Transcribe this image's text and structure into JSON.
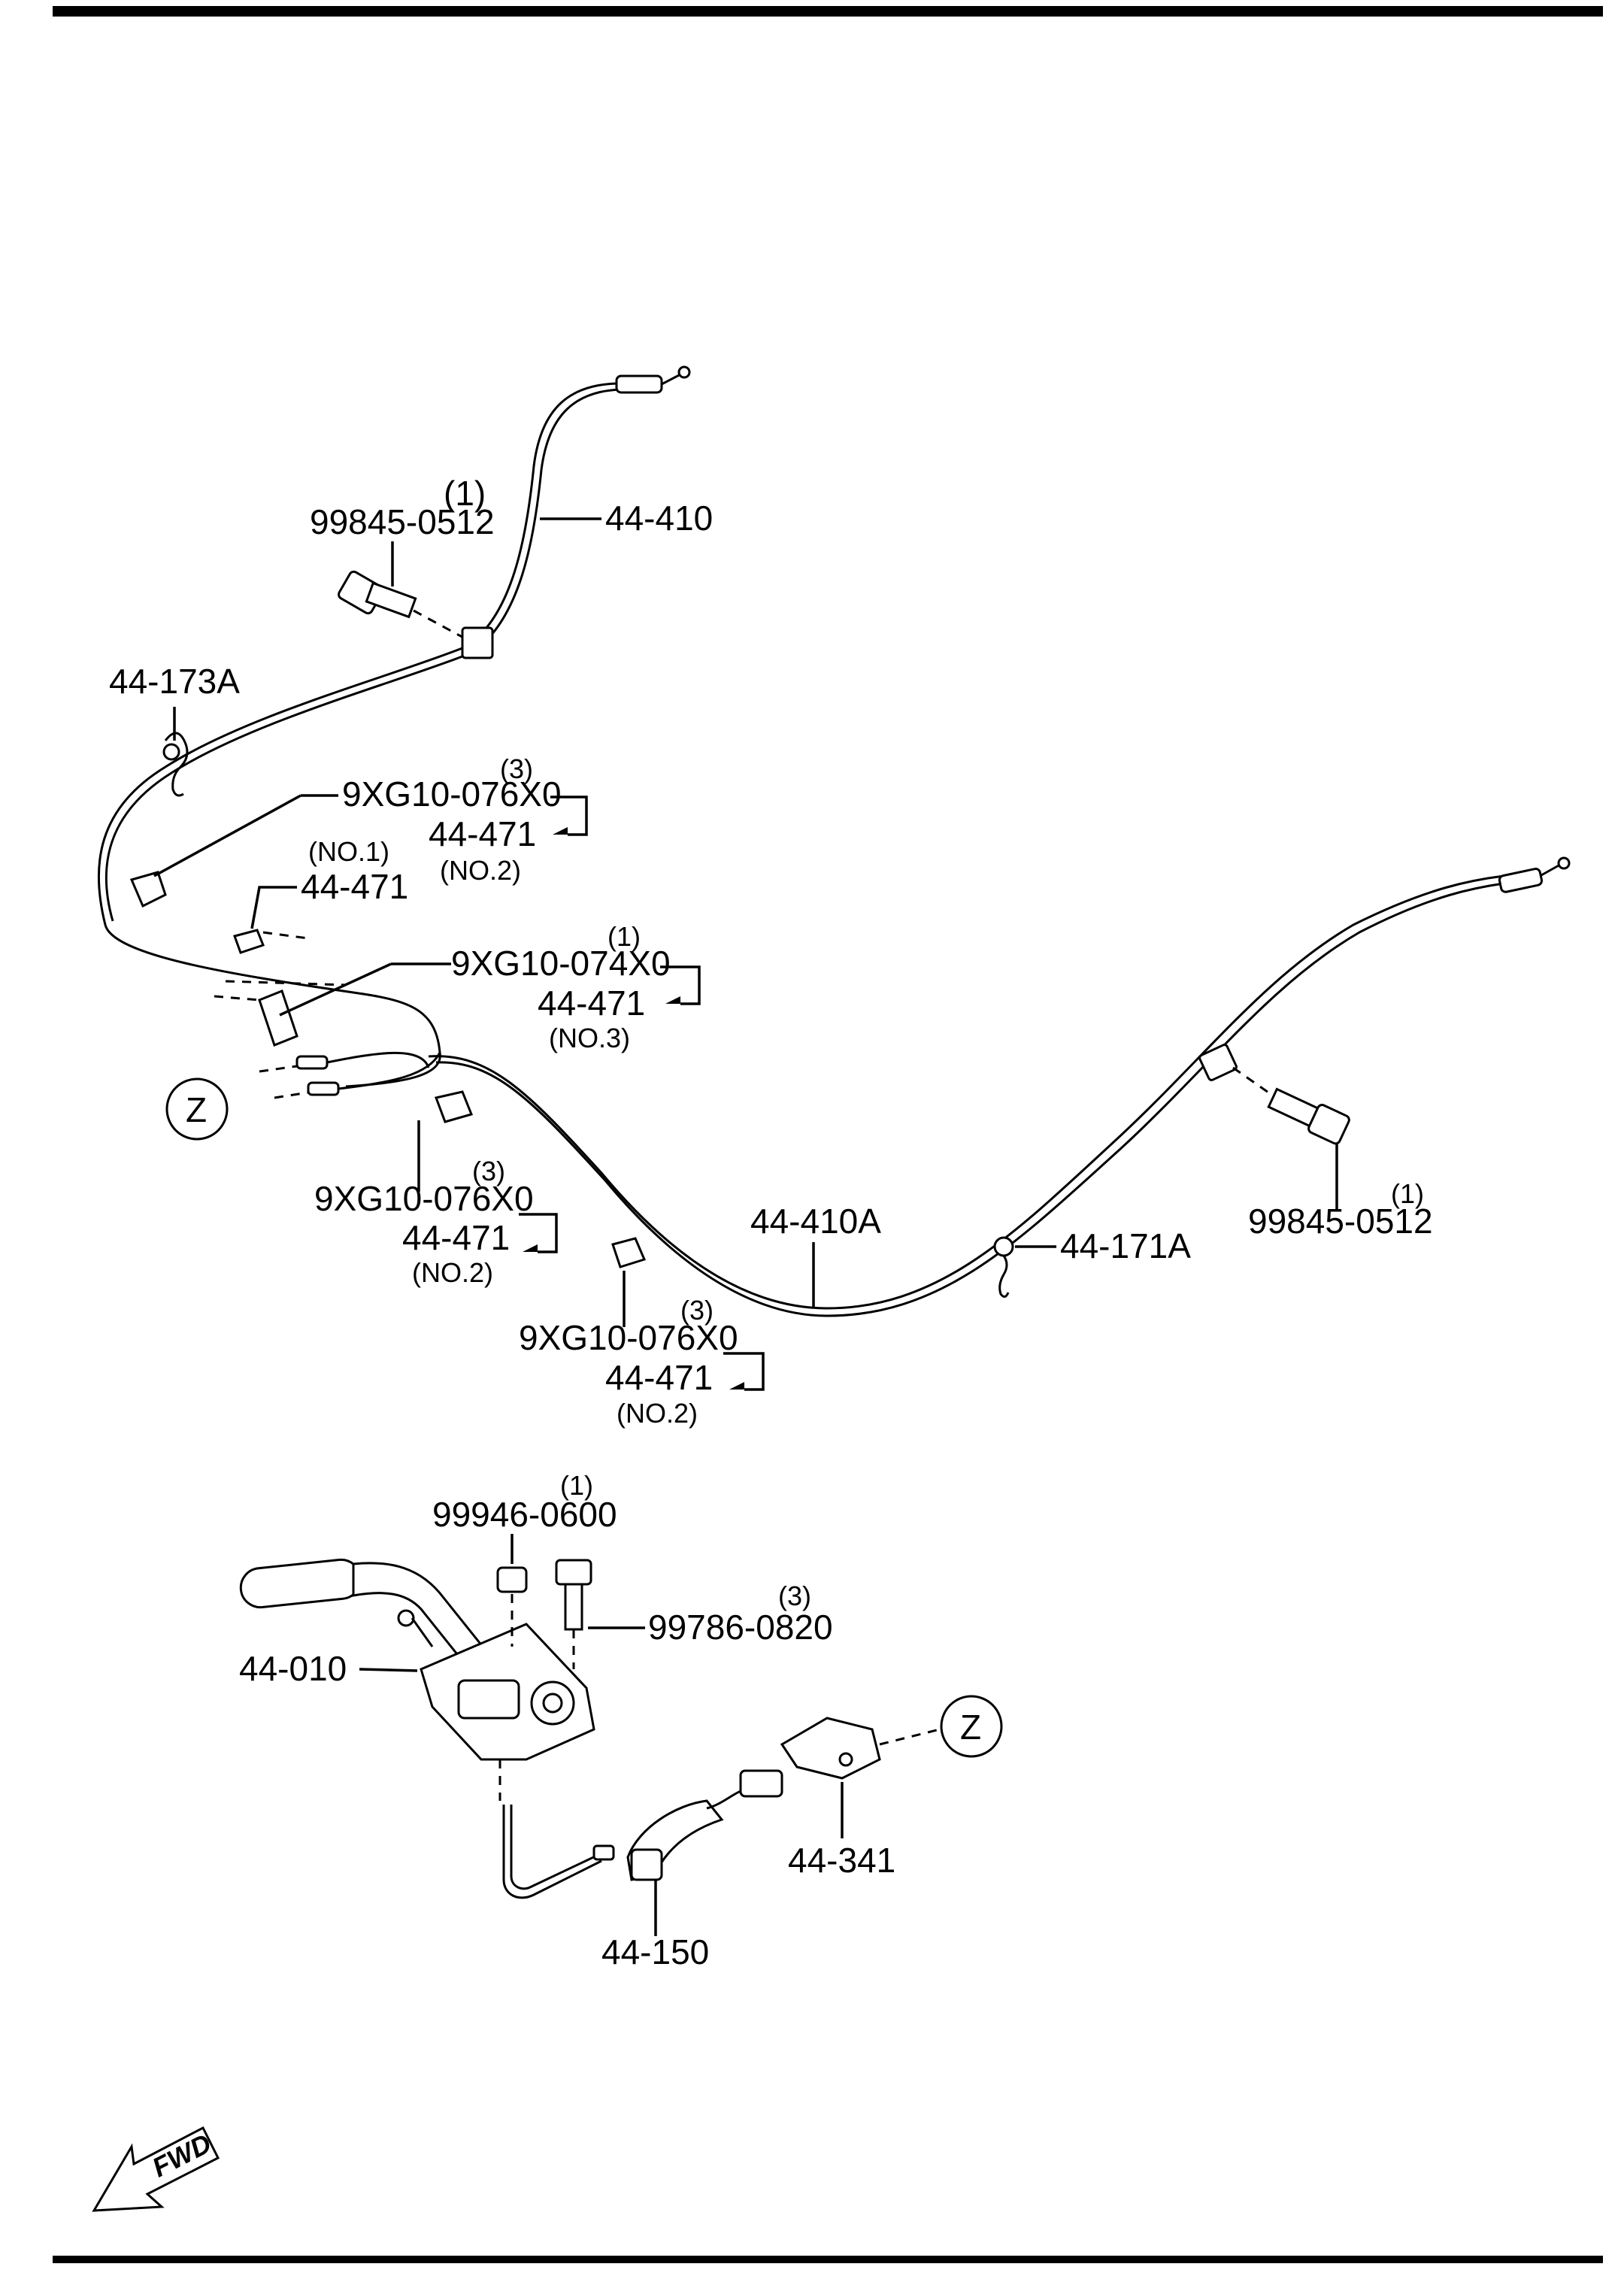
{
  "labels": {
    "qty_bolt_top": "(1)",
    "bolt_top": "99845-0512",
    "cable_front": "44-410",
    "spring_left": "44-173A",
    "qty_clip_a": "(3)",
    "clip_a": "9XG10-076X0",
    "clip_a_ref": "44-471",
    "clip_a_no": "(NO.2)",
    "guide_no1_no": "(NO.1)",
    "guide_no1": "44-471",
    "qty_clip_b": "(1)",
    "clip_b": "9XG10-074X0",
    "clip_b_ref": "44-471",
    "clip_b_no": "(NO.3)",
    "view_ref_top": "Z",
    "qty_clip_c": "(3)",
    "clip_c": "9XG10-076X0",
    "clip_c_ref": "44-471",
    "clip_c_no": "(NO.2)",
    "qty_clip_d": "(3)",
    "clip_d": "9XG10-076X0",
    "clip_d_ref": "44-471",
    "clip_d_no": "(NO.2)",
    "cable_rear": "44-410A",
    "spring_right": "44-171A",
    "qty_bolt_right": "(1)",
    "bolt_right": "99845-0512",
    "qty_nut": "(1)",
    "nut": "99946-0600",
    "qty_bolt_lever": "(3)",
    "bolt_lever": "99786-0820",
    "lever": "44-010",
    "view_ref_bottom": "Z",
    "bracket": "44-341",
    "equalizer": "44-150",
    "fwd": "FWD"
  }
}
